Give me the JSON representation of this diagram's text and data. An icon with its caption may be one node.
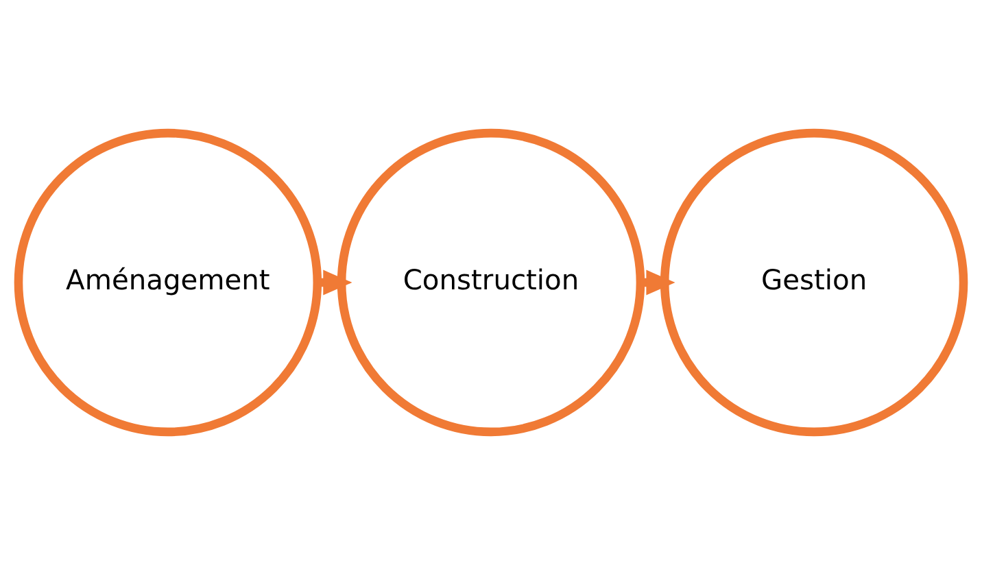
{
  "diagram": {
    "nodes": [
      {
        "text": [
          "Aménagement"
        ]
      },
      {
        "text": [
          "Construction"
        ]
      },
      {
        "text": [
          "Gestion"
        ]
      }
    ],
    "edges": [
      {
        "from": 0,
        "to": 1,
        "arrow": "to"
      },
      {
        "from": 1,
        "to": 2,
        "arrow": "to"
      }
    ]
  }
}
